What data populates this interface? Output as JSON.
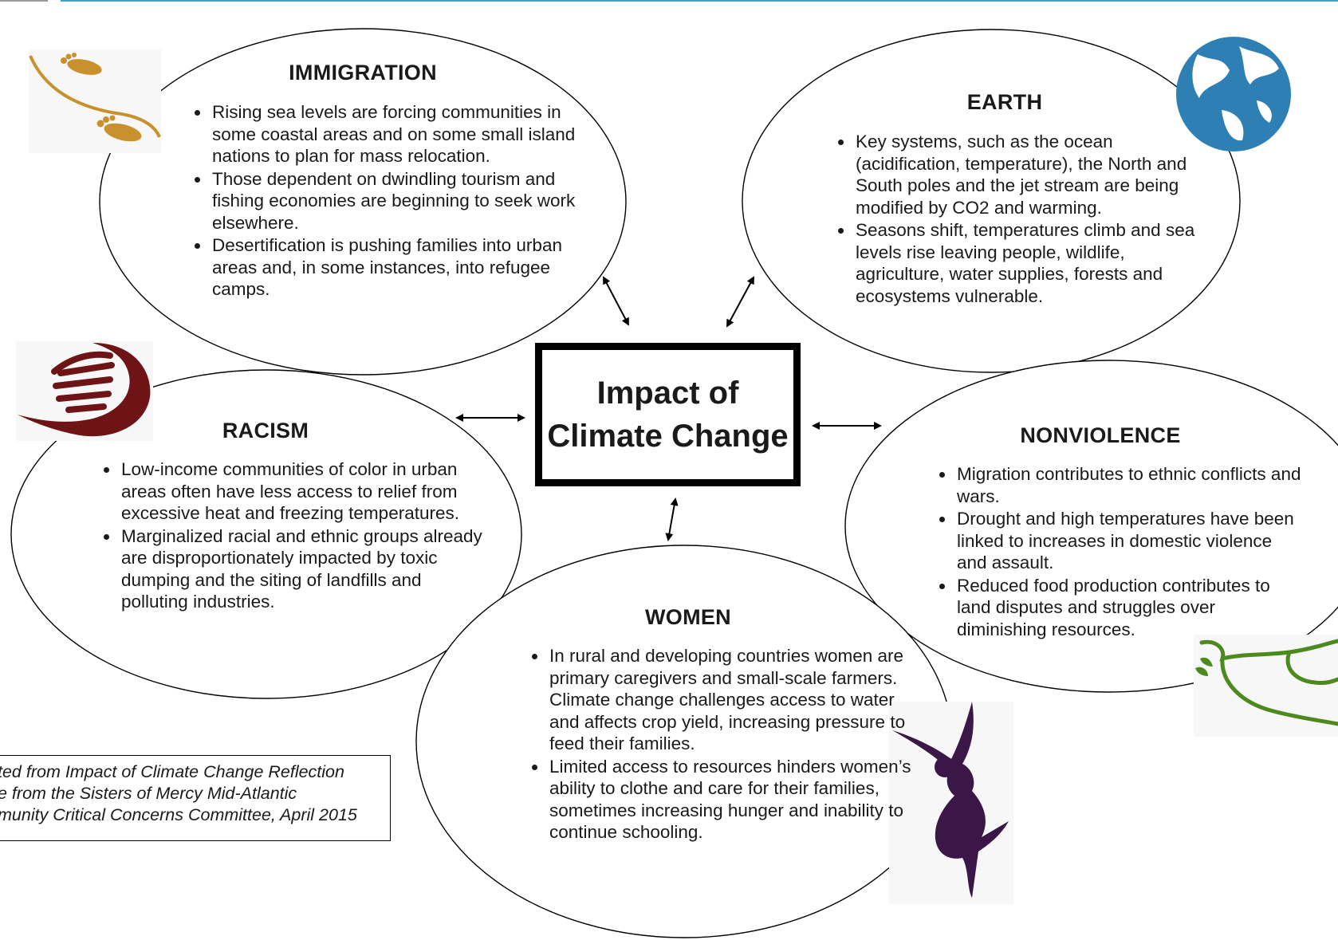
{
  "center": {
    "title": "Impact of Climate Change"
  },
  "bubbles": {
    "immigration": {
      "heading": "IMMIGRATION",
      "points": [
        "Rising sea levels are forcing communities in some coastal areas and on some small island nations to plan for mass relocation.",
        "Those dependent on dwindling tourism and fishing economies are beginning to seek work elsewhere.",
        "Desertification is pushing families into urban areas and, in some instances, into refugee camps."
      ]
    },
    "earth": {
      "heading": "EARTH",
      "points": [
        "Key systems, such as the ocean (acidification, temperature), the North and South poles and the jet stream are being modified by CO2 and warming.",
        "Seasons shift, temperatures climb and sea levels rise leaving people, wildlife, agriculture, water supplies, forests and ecosystems vulnerable."
      ]
    },
    "racism": {
      "heading": "RACISM",
      "points": [
        "Low-income communities of color in urban areas often have less access to relief from excessive heat and freezing temperatures.",
        "Marginalized racial and ethnic groups already are disproportionately impacted by toxic dumping and the siting of landfills and polluting industries."
      ]
    },
    "nonviolence": {
      "heading": "NONVIOLENCE",
      "points": [
        "Migration contributes to ethnic conflicts and wars.",
        "Drought and high temperatures have been linked to increases in domestic violence and assault.",
        "Reduced food production contributes to land disputes and struggles over diminishing resources."
      ]
    },
    "women": {
      "heading": "WOMEN",
      "points": [
        "In rural and developing countries women are primary caregivers and small-scale farmers. Climate change challenges access to water and affects crop yield, increasing pressure to feed their families.",
        "Limited access to resources hinders women’s ability to clothe and care for their families, sometimes increasing hunger and inability to continue schooling."
      ]
    }
  },
  "citation": {
    "lines": [
      "ted from Impact of Climate Change Reflection",
      "e from the Sisters of Mercy Mid-Atlantic",
      "munity Critical Concerns Committee, April 2015"
    ]
  },
  "icons": {
    "immigration": "footprints-icon",
    "earth": "globe-icon",
    "racism": "clasped-hands-icon",
    "nonviolence": "dove-icon",
    "women": "dancer-icon"
  },
  "colors": {
    "footprints": "#c8912e",
    "globe": "#2e7fb3",
    "hands": "#6e1416",
    "dove": "#4d8a1e",
    "dancer": "#3a1747"
  }
}
